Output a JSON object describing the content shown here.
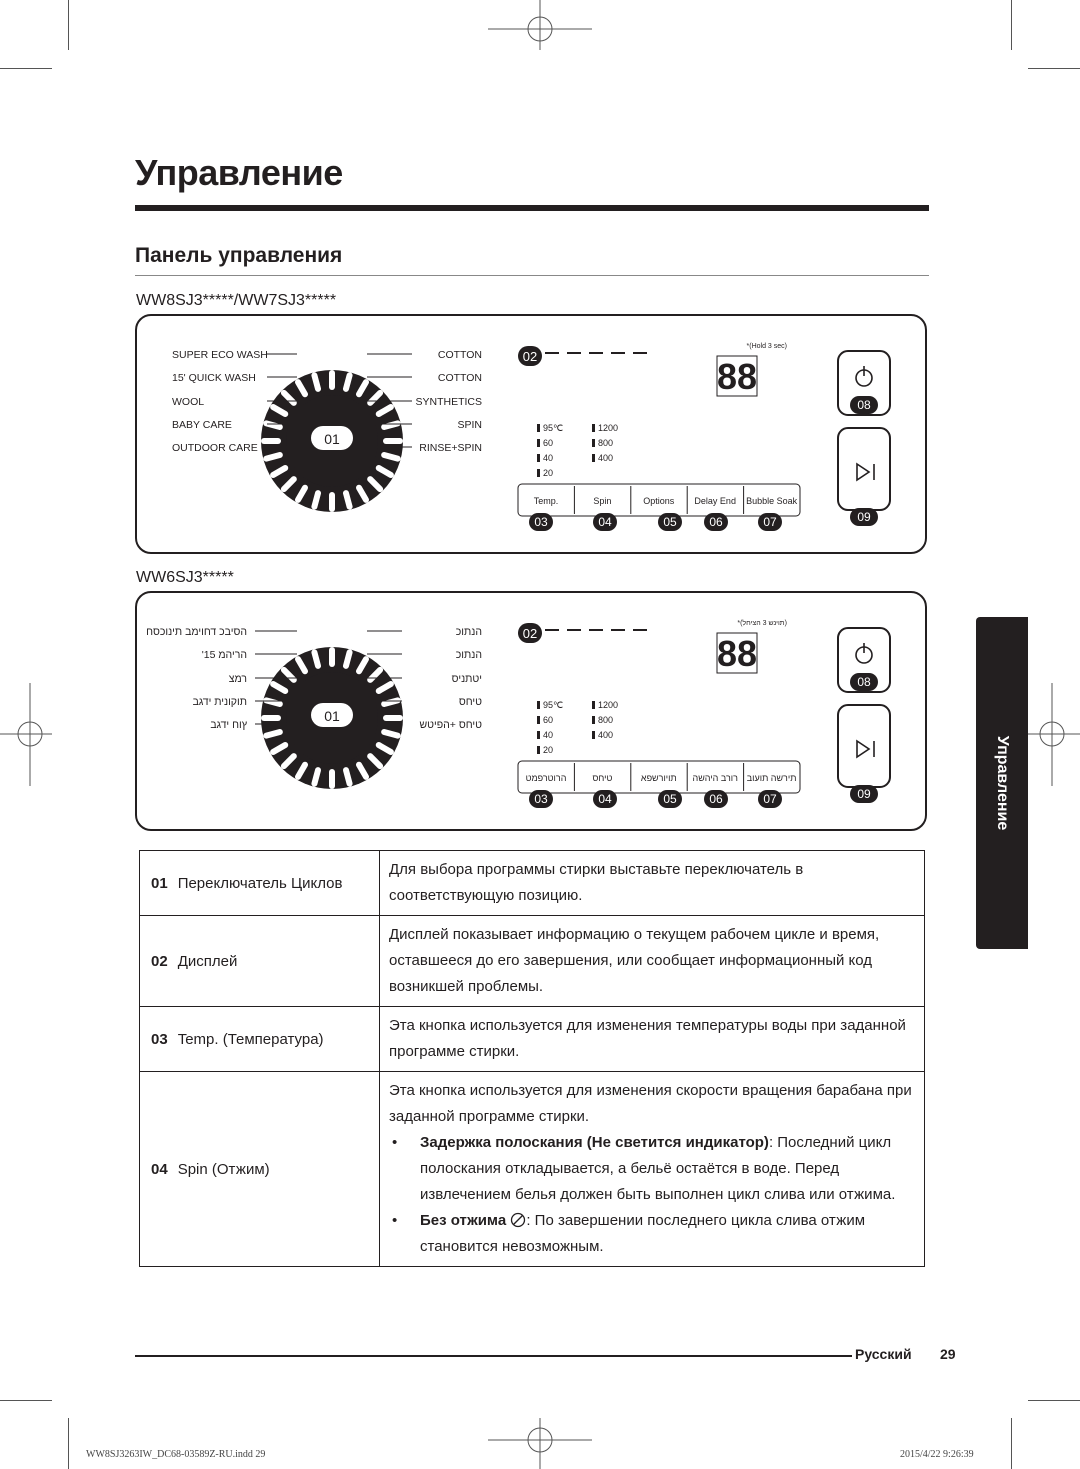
{
  "page": {
    "title": "Управление",
    "subtitle": "Панель управления"
  },
  "models": {
    "model_a": "WW8SJ3*****/WW7SJ3*****",
    "model_b": "WW6SJ3*****"
  },
  "panel_a": {
    "programs_left": [
      "SUPER ECO WASH",
      "15' QUICK WASH",
      "WOOL",
      "BABY CARE",
      "OUTDOOR CARE"
    ],
    "programs_right": [
      "COTTON",
      "COTTON",
      "SYNTHETICS",
      "SPIN",
      "RINSE+SPIN"
    ],
    "hold_note": "*(Hold 3 sec)",
    "buttons": [
      "Temp.",
      "Spin",
      "Options",
      "Delay End",
      "Bubble Soak"
    ]
  },
  "panel_b": {
    "programs_left": [
      "הסיבכ דחוימב תינוכסח",
      "'15 הריהמ",
      "רמצ",
      "תוקונית ידגב",
      "ץוח ידגב"
    ],
    "programs_right": [
      "הנתוכ",
      "הנתוכ",
      "יטתניס",
      "טיחס",
      "טיחס +הפיטש"
    ],
    "hold_note": "*(תוינש 3 הציחל)",
    "buttons": [
      "הרוטרפמט",
      "טיחס",
      "תויורשפא",
      "רורב היהשה",
      "תירשה תועוב"
    ]
  },
  "common": {
    "callouts": [
      "01",
      "02",
      "03",
      "04",
      "05",
      "06",
      "07",
      "08",
      "09"
    ],
    "temps": [
      "95℃",
      "60",
      "40",
      "20"
    ],
    "spins": [
      "1200",
      "800",
      "400"
    ],
    "display_digits": "88"
  },
  "table": {
    "rows": [
      {
        "num": "01",
        "name": "Переключатель Циклов",
        "desc": [
          "Для выбора программы стирки выставьте переключатель в соответствующую позицию."
        ]
      },
      {
        "num": "02",
        "name": "Дисплей",
        "desc": [
          "Дисплей показывает информацию о текущем рабочем цикле и время, оставшееся до его завершения, или сообщает информационный код возникшей проблемы."
        ]
      },
      {
        "num": "03",
        "name": "Temp. (Температура)",
        "desc": [
          "Эта кнопка используется для изменения температуры воды при заданной программе стирки."
        ]
      },
      {
        "num": "04",
        "name": "Spin (Отжим)",
        "desc": [
          "Эта кнопка используется для изменения скорости вращения барабана при заданной программе стирки."
        ],
        "bullet1_bold": "Задержка полоскания (Не светится индикатор)",
        "bullet1_rest": ": Последний цикл полоскания откладывается, а бельё остаётся в воде. Перед извлечением белья должен быть выполнен цикл слива или отжима.",
        "bullet2_bold": "Без отжима",
        "bullet2_rest": ": По завершении последнего цикла слива отжим становится невозможным."
      }
    ]
  },
  "side_tab": "Управление",
  "footer": {
    "language": "Русский",
    "page_number": "29",
    "file": "WW8SJ3263IW_DC68-03589Z-RU.indd   29",
    "date": "2015/4/22   9:26:39"
  }
}
